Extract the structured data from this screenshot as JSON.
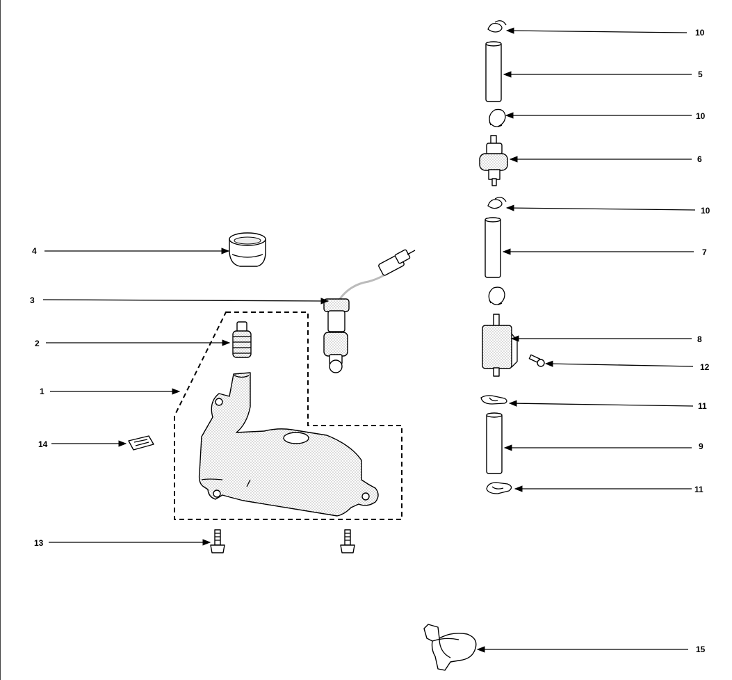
{
  "diagram": {
    "callouts": {
      "c1": "1",
      "c2": "2",
      "c3": "3",
      "c4": "4",
      "c5": "5",
      "c6": "6",
      "c7": "7",
      "c8": "8",
      "c9": "9",
      "c10a": "10",
      "c10b": "10",
      "c10c": "10",
      "c11a": "11",
      "c11b": "11",
      "c12": "12",
      "c13": "13",
      "c14": "14",
      "c15": "15"
    }
  },
  "colors": {
    "line": "#000000",
    "background": "#ffffff",
    "fill_shade": "#cfcfcf"
  }
}
